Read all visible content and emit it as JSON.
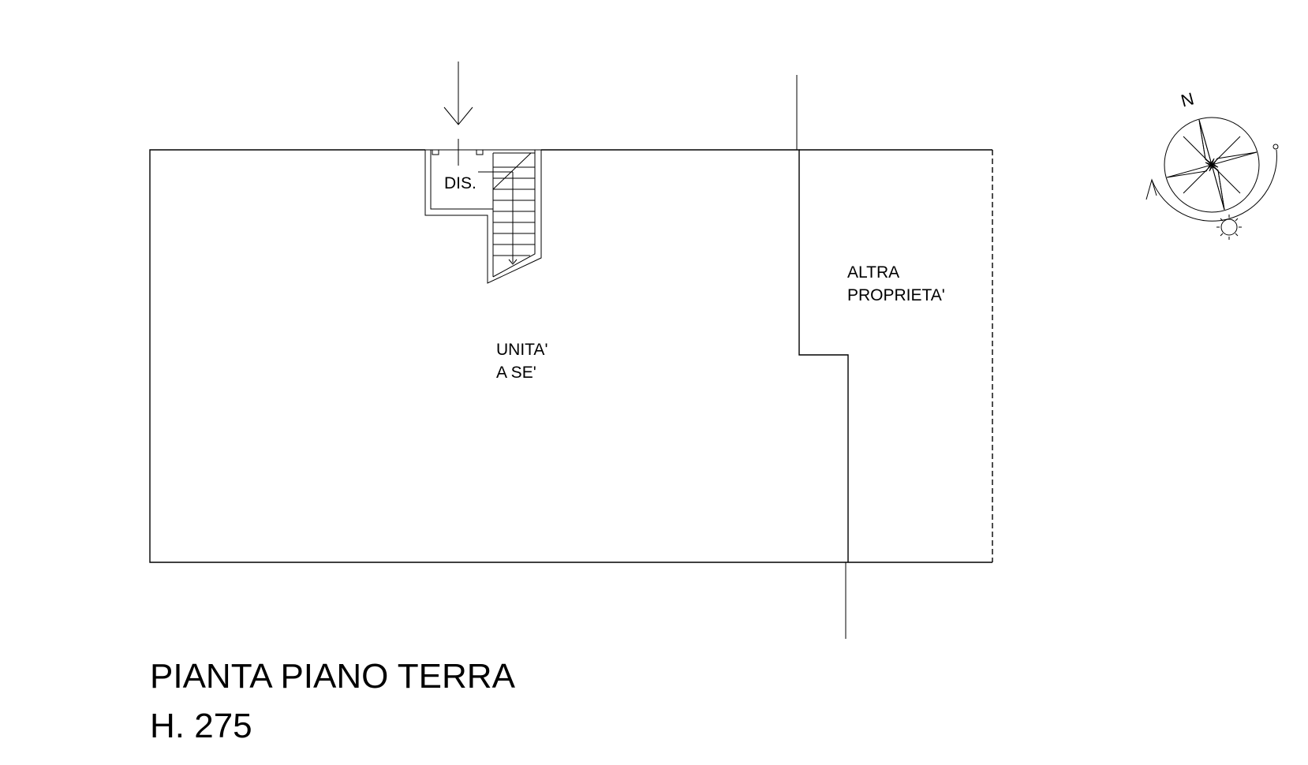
{
  "drawing": {
    "title": "PIANTA PIANO TERRA",
    "height_label": "H. 275"
  },
  "rooms": {
    "dis": "DIS.",
    "unit_line1": "UNITA'",
    "unit_line2": "A SE'",
    "other_line1": "ALTRA",
    "other_line2": "PROPRIETA'"
  },
  "compass": {
    "north_label": "N"
  }
}
